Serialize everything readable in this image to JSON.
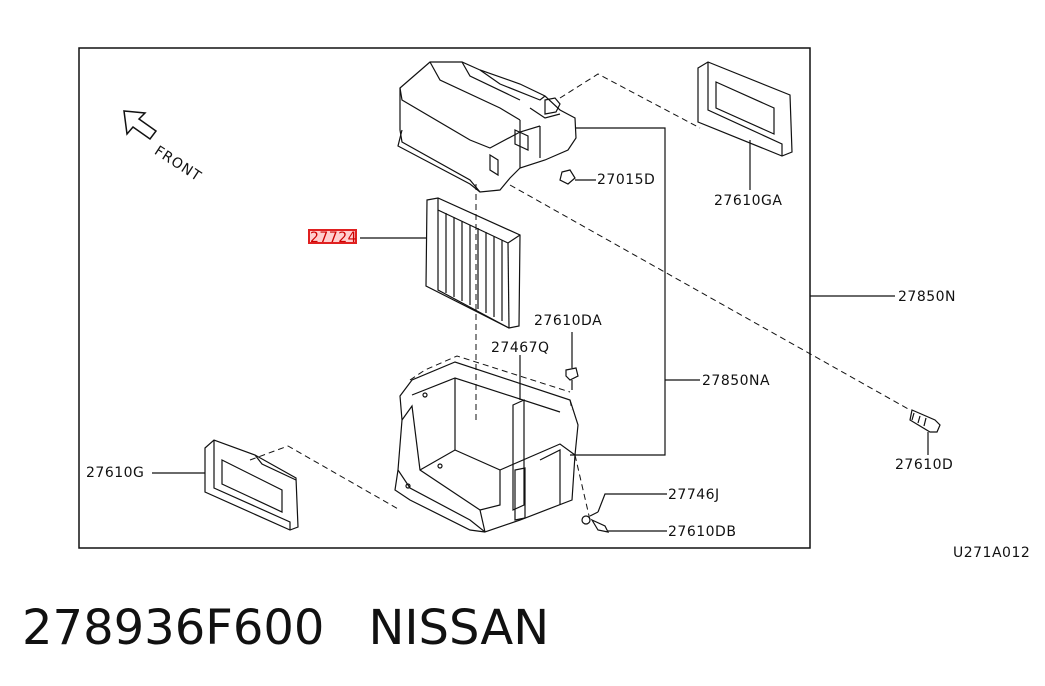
{
  "front_label": "FRONT",
  "parts": {
    "p27015D": "27015D",
    "p27610GA": "27610GA",
    "p27724": "27724",
    "p27850N": "27850N",
    "p27610DA": "27610DA",
    "p27467Q": "27467Q",
    "p27850NA": "27850NA",
    "p27610D": "27610D",
    "p27610G": "27610G",
    "p27746J": "27746J",
    "p27610DB": "27610DB"
  },
  "ref_code": "U271A012",
  "footer": {
    "part_number": "278936F600",
    "brand": "NISSAN"
  },
  "highlight_color": "#e02020"
}
